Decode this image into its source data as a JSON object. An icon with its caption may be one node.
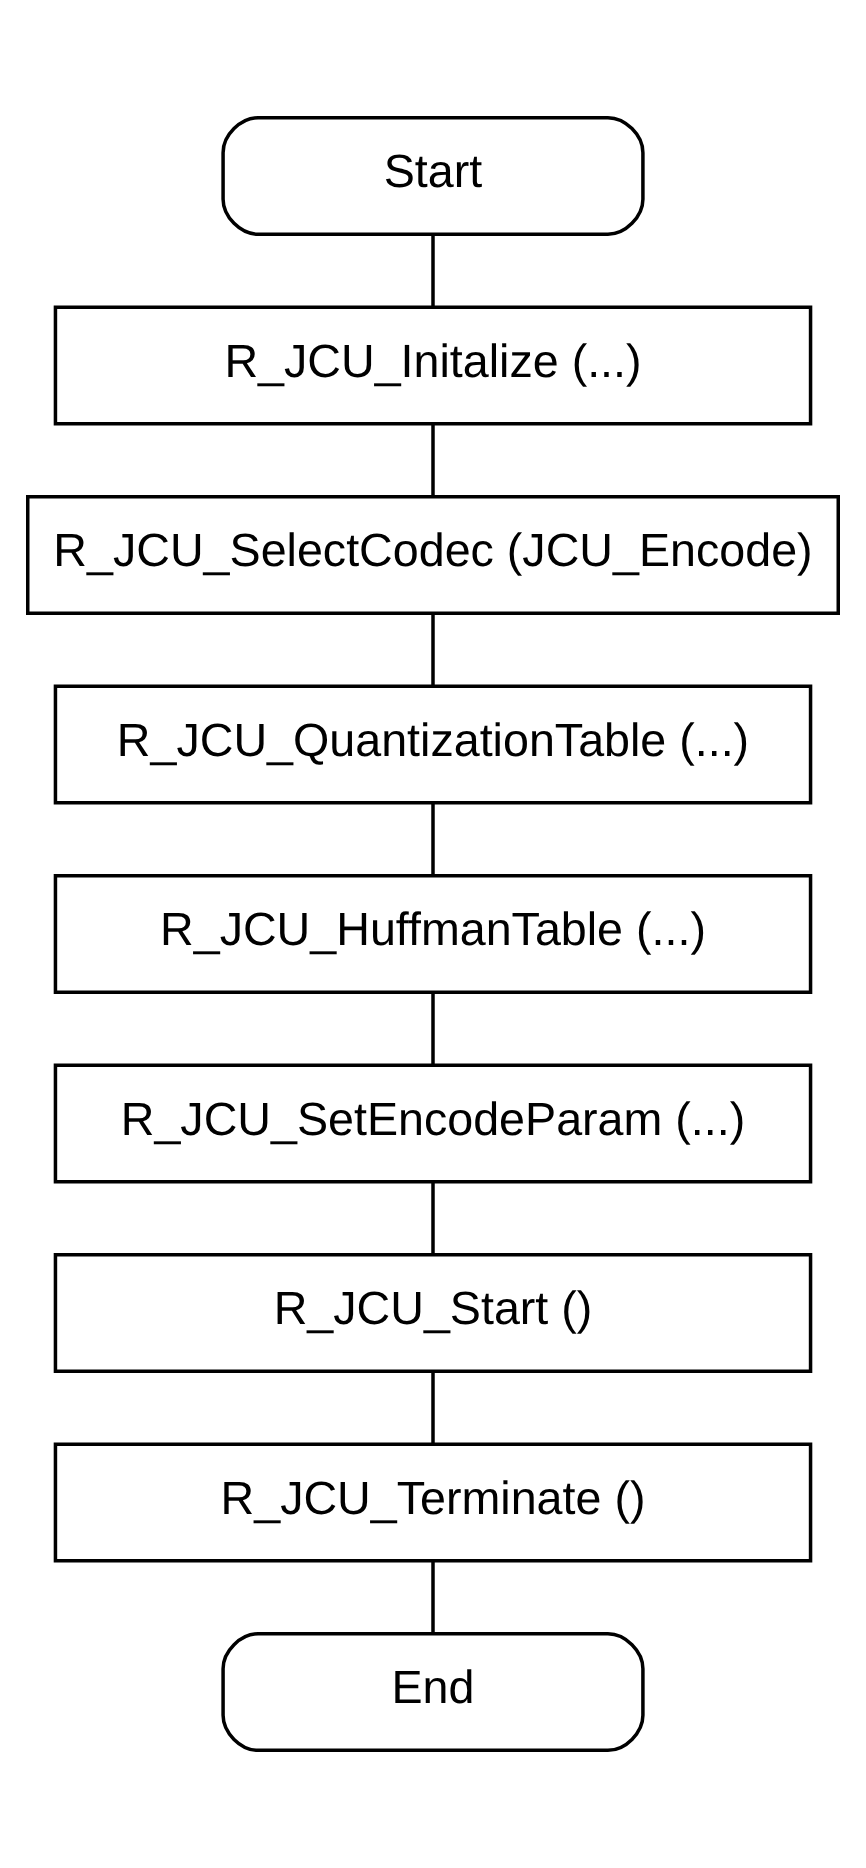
{
  "diagram": {
    "nodes": [
      {
        "text": [
          "Start"
        ]
      },
      {
        "text": [
          "R_JCU_Initalize (...)"
        ]
      },
      {
        "text": [
          "R_JCU_SelectCodec (JCU_Encode)"
        ]
      },
      {
        "text": [
          "R_JCU_QuantizationTable (...)"
        ]
      },
      {
        "text": [
          "R_JCU_HuffmanTable (...)"
        ]
      },
      {
        "text": [
          "R_JCU_SetEncodeParam (...)"
        ]
      },
      {
        "text": [
          "R_JCU_Start ()"
        ]
      },
      {
        "text": [
          "R_JCU_Terminate ()"
        ]
      },
      {
        "text": [
          "End"
        ]
      }
    ],
    "edges": [
      {
        "from": 0,
        "to": 1,
        "arrow": "none"
      },
      {
        "from": 1,
        "to": 2,
        "arrow": "none"
      },
      {
        "from": 2,
        "to": 3,
        "arrow": "none"
      },
      {
        "from": 3,
        "to": 4,
        "arrow": "none"
      },
      {
        "from": 4,
        "to": 5,
        "arrow": "none"
      },
      {
        "from": 5,
        "to": 6,
        "arrow": "none"
      },
      {
        "from": 6,
        "to": 7,
        "arrow": "none"
      },
      {
        "from": 7,
        "to": 8,
        "arrow": "none"
      }
    ]
  }
}
